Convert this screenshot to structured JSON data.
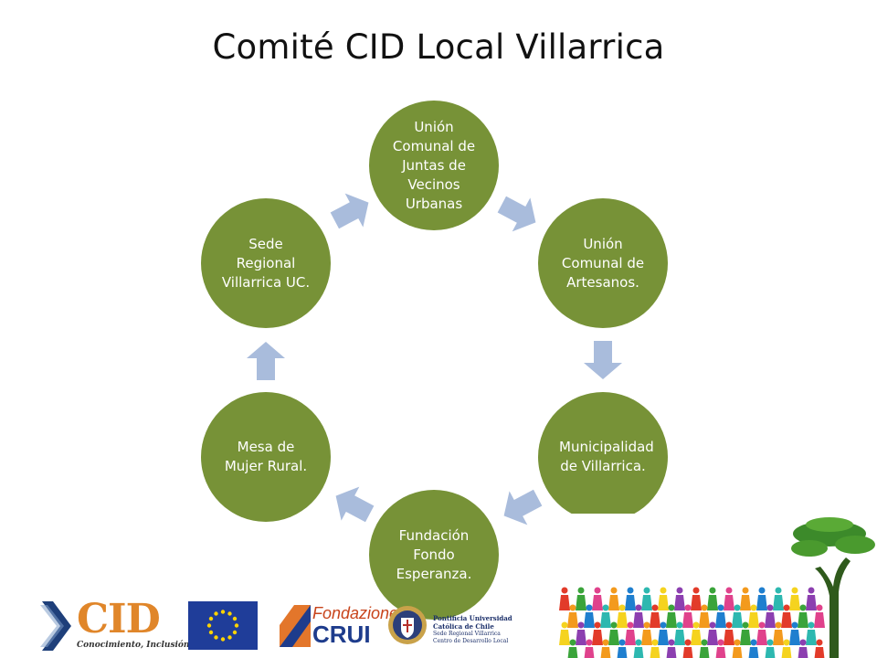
{
  "title": "Comité CID Local Villarrica",
  "colors": {
    "node_fill": "#779237",
    "node_text": "#ffffff",
    "arrow_fill": "#a9bcdc"
  },
  "cycle": {
    "nodes": [
      {
        "label": "Unión Comunal de Juntas de Vecinos Urbanas"
      },
      {
        "label": "Unión Comunal de Artesanos."
      },
      {
        "label": "Municipalidad de Villarrica."
      },
      {
        "label": "Fundación Fondo Esperanza."
      },
      {
        "label": "Mesa de Mujer Rural."
      },
      {
        "label": "Sede Regional Villarrica UC."
      }
    ]
  },
  "footer": {
    "cid": {
      "wordmark": "CID",
      "tagline": "Conocimiento, Inclusión, Desarrollo"
    },
    "eu_flag": {
      "icon": "eu-flag-icon"
    },
    "crui": {
      "top": "Fondazione",
      "bottom": "CRUI"
    },
    "uc": {
      "line1": "Pontificia Universidad",
      "line2": "Católica de Chile",
      "line3": "Sede Regional Villarrica",
      "line4": "Centro de Desarrollo Local"
    },
    "crowd": {
      "icon": "crowd-tree-illustration"
    }
  }
}
